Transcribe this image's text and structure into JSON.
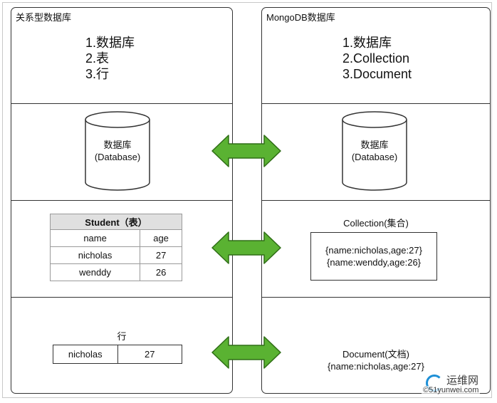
{
  "relational": {
    "title": "关系型数据库",
    "concepts": [
      "1.数据库",
      "2.表",
      "3.行"
    ],
    "database": {
      "line1": "数据库",
      "line2": "(Database)"
    },
    "table": {
      "caption": "Student（表）",
      "headers": [
        "name",
        "age"
      ],
      "rows": [
        [
          "nicholas",
          "27"
        ],
        [
          "wenddy",
          "26"
        ]
      ]
    },
    "row": {
      "title": "行",
      "cells": [
        "nicholas",
        "27"
      ]
    }
  },
  "mongodb": {
    "title": "MongoDB数据库",
    "concepts": [
      "1.数据库",
      "2.Collection",
      "3.Document"
    ],
    "database": {
      "line1": "数据库",
      "line2": "(Database)"
    },
    "collection": {
      "title": "Collection(集合)",
      "documents": [
        "{name:nicholas,age:27}",
        "{name:wenddy,age:26}"
      ]
    },
    "document": {
      "title": "Document(文档)",
      "value": "{name:nicholas,age:27}"
    }
  },
  "colors": {
    "arrow_fill": "#5ab232",
    "arrow_stroke": "#2f6e16",
    "line": "#333333"
  },
  "watermark": {
    "text": "运维网",
    "url": "©51yunwei.com"
  }
}
